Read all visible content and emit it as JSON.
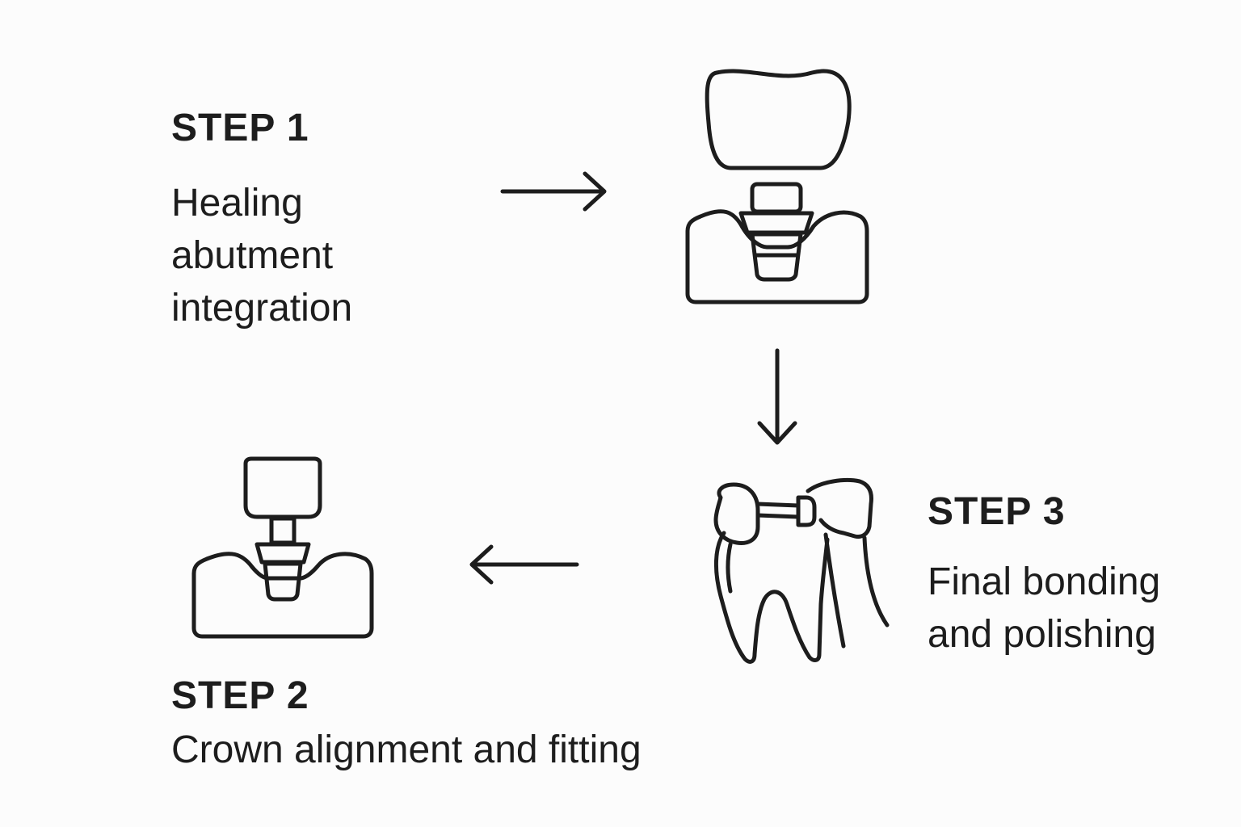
{
  "steps": [
    {
      "title": "STEP 1",
      "description": "Healing abutment integration"
    },
    {
      "title": "STEP 2",
      "description": "Crown alignment and fitting"
    },
    {
      "title": "STEP 3",
      "description": "Final bonding and polishing"
    }
  ],
  "icons": {
    "crown_abutment": "crown-over-abutment-icon",
    "abutment": "abutment-in-gum-icon",
    "tooth_polishing": "tooth-polishing-icon"
  },
  "arrows": [
    "right-arrow-icon",
    "down-arrow-icon",
    "left-arrow-icon"
  ],
  "colors": {
    "line": "#1d1d1d",
    "background": "#fcfcfc"
  }
}
